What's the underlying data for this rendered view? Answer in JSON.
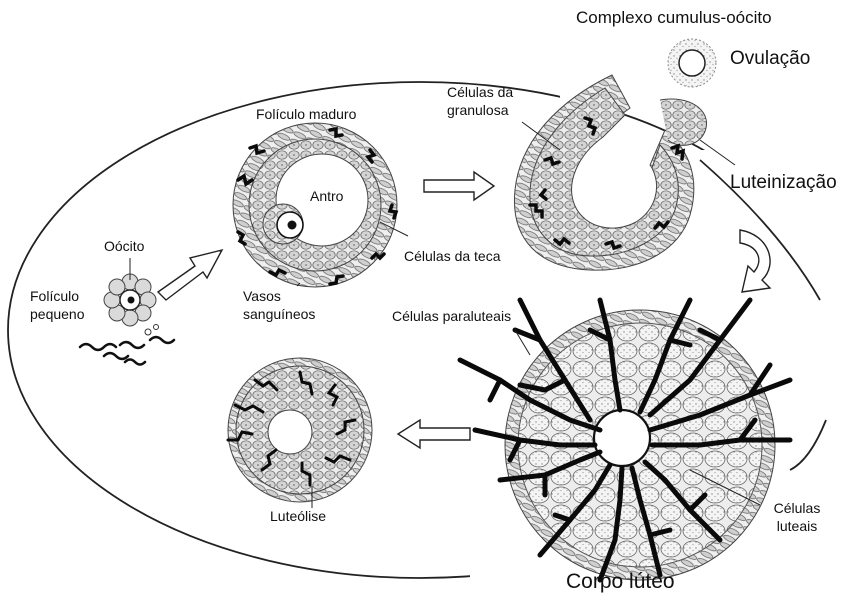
{
  "labels": {
    "complexo": "Complexo cumulus-oócito",
    "ovulacao": "Ovulação",
    "celulas_granulosa_1": "Células da",
    "celulas_granulosa_2": "granulosa",
    "foliculo_maduro": "Folículo maduro",
    "antro": "Antro",
    "celulas_teca": "Células da teca",
    "luteinizacao": "Luteinização",
    "oocito": "Oócito",
    "foliculo_pequeno_1": "Folículo",
    "foliculo_pequeno_2": "pequeno",
    "vasos_1": "Vasos",
    "vasos_2": "sanguíneos",
    "celulas_paraluteais": "Células paraluteais",
    "celulas_luteais_1": "Células",
    "celulas_luteais_2": "luteais",
    "luteolise": "Luteólise",
    "corpo_luteo": "Corpo lúteo"
  },
  "colors": {
    "ink": "#111111",
    "cell_fill": "#d6d6d6",
    "theca_fill": "#c4c4c4",
    "vessel": "#0a0a0a"
  }
}
